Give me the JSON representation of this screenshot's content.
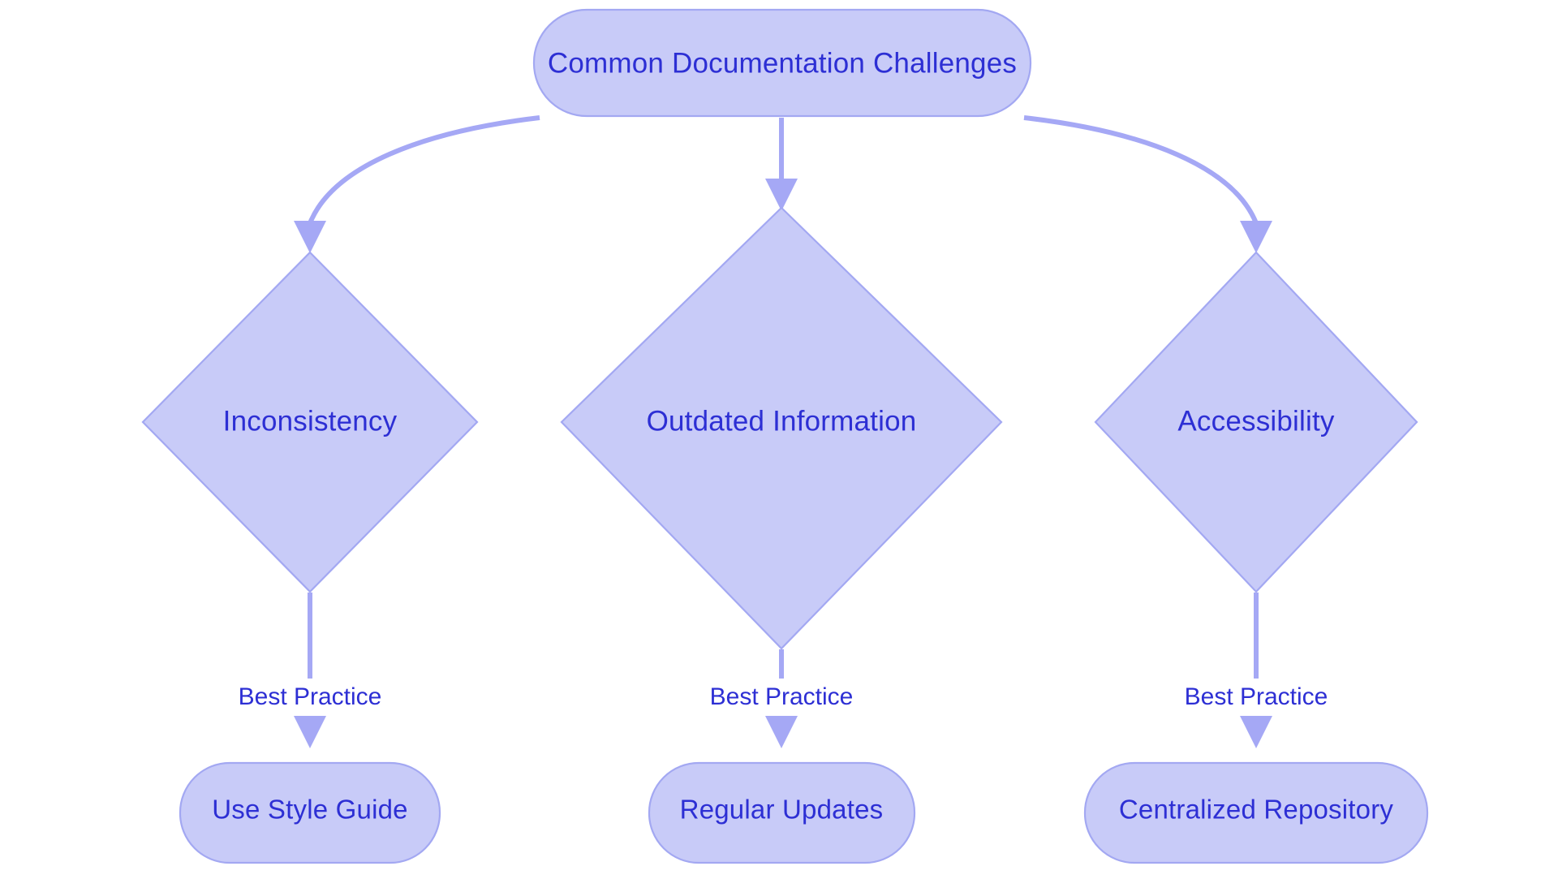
{
  "diagram": {
    "type": "flowchart",
    "direction": "top-down",
    "background_color": "#ffffff",
    "node_fill_color": "#c8cbf8",
    "node_border_color": "#a3a8f2",
    "node_text_color": "#2d2fd4",
    "edge_color": "#a5a8f5",
    "root": {
      "id": "root",
      "label": "Common Documentation Challenges",
      "shape": "stadium"
    },
    "challenges": [
      {
        "id": "inconsistency",
        "label": "Inconsistency",
        "shape": "diamond",
        "edge_label": "Best Practice",
        "practice": {
          "id": "use-style-guide",
          "label": "Use Style Guide",
          "shape": "stadium"
        }
      },
      {
        "id": "outdated-information",
        "label": "Outdated Information",
        "shape": "diamond",
        "edge_label": "Best Practice",
        "practice": {
          "id": "regular-updates",
          "label": "Regular Updates",
          "shape": "stadium"
        }
      },
      {
        "id": "accessibility",
        "label": "Accessibility",
        "shape": "diamond",
        "edge_label": "Best Practice",
        "practice": {
          "id": "centralized-repository",
          "label": "Centralized Repository",
          "shape": "stadium"
        }
      }
    ]
  }
}
